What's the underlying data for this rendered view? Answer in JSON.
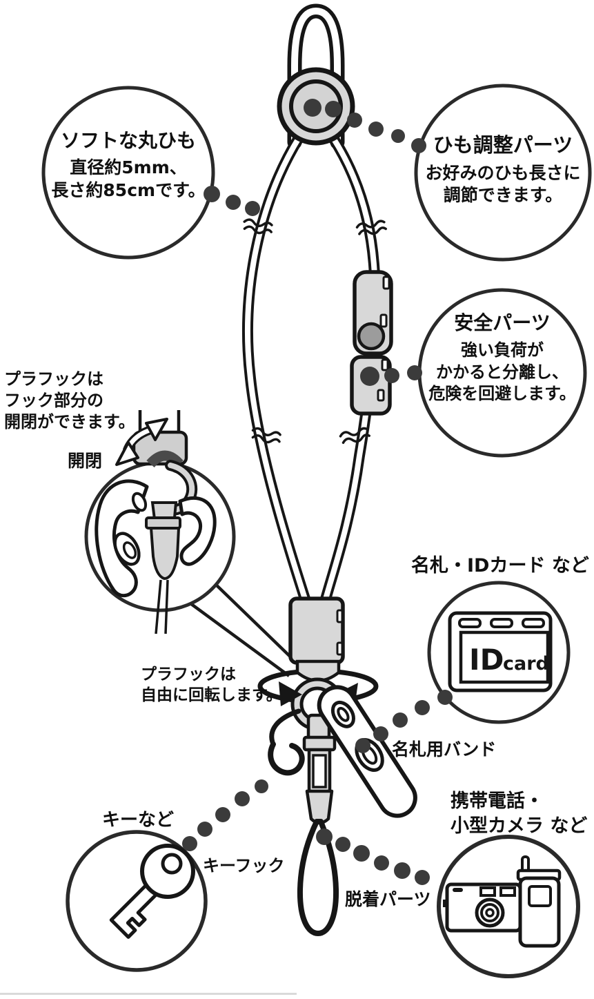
{
  "colors": {
    "ink": "#161616",
    "plastic_gray": "#d8d8d8",
    "dark_button": "#3b3b3b",
    "dot": "#3b3b3b",
    "paper": "#ffffff"
  },
  "callouts": {
    "soft_cord": {
      "title": "ソフトな丸ひも",
      "lines": [
        "直径約5mm、",
        "長さ約85cmです。"
      ]
    },
    "cord_adjuster": {
      "title": "ひも調整パーツ",
      "lines": [
        "お好みのひも長さに",
        "調節できます。"
      ]
    },
    "safety_part": {
      "title": "安全パーツ",
      "lines": [
        "強い負荷が",
        "かかると分離し、",
        "危険を回避します。"
      ]
    }
  },
  "notes": {
    "hook_open_close": {
      "lines": [
        "プラフックは",
        "フック部分の",
        "開閉ができます。"
      ]
    },
    "open_close_label": "開閉",
    "hook_rotation": {
      "lines": [
        "プラフックは",
        "自由に回転します。"
      ]
    }
  },
  "item_labels": {
    "id_card_heading": "名札・IDカード など",
    "name_tag_band": "名札用バンド",
    "keys_heading": "キーなど",
    "key_hook": "キーフック",
    "phone_camera_heading": {
      "lines": [
        "携帯電話・",
        "小型カメラ など"
      ]
    },
    "detachable_part": "脱着パーツ"
  },
  "illustrations": {
    "id_card_text": {
      "id": "ID",
      "card": "card"
    }
  }
}
